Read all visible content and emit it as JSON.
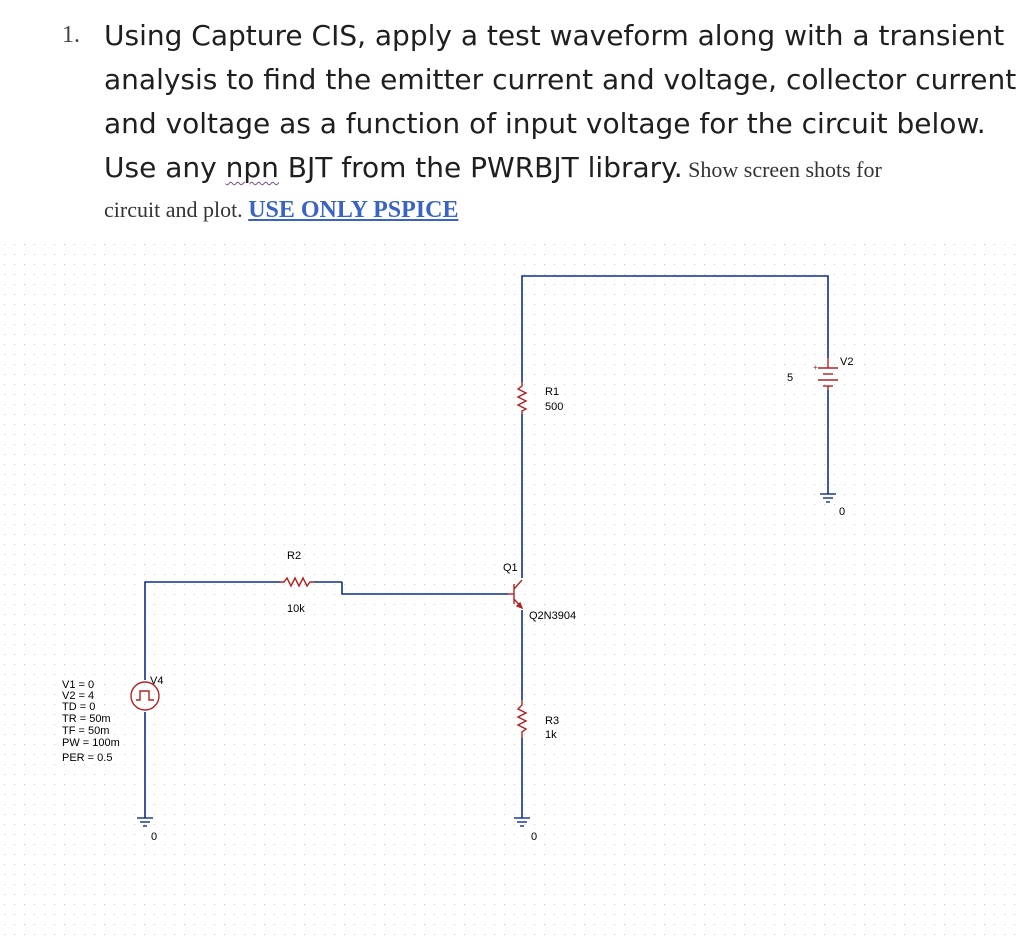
{
  "question": {
    "number": "1.",
    "line1": "Using Capture CIS, apply a test waveform along with a transient",
    "line2": "analysis to find the emitter current and voltage, collector current",
    "line3": "and voltage as a function of input voltage for the circuit below.",
    "line4_a": "Use any ",
    "line4_npn": "npn",
    "line4_b": " BJT from the PWRBJT library.",
    "line4_c": " Show screen shots for",
    "line5_a": "circuit and plot. ",
    "line5_link": "USE ONLY PSPICE"
  },
  "schematic": {
    "r1": {
      "name": "R1",
      "value": "500"
    },
    "r2": {
      "name": "R2",
      "value": "10k"
    },
    "r3": {
      "name": "R3",
      "value": "1k"
    },
    "q1": {
      "name": "Q1",
      "model": "Q2N3904"
    },
    "v2": {
      "name": "V2",
      "value": "5"
    },
    "v4": {
      "name": "V4",
      "params": [
        "V1 = 0",
        "V2 = 4",
        "TD = 0",
        "TR = 50m",
        "TF = 50m",
        "PW = 100m",
        "PER = 0.5"
      ]
    },
    "ground_label": "0",
    "colors": {
      "wire": "#0f2f8f",
      "component": "#b22222",
      "text": "#000000",
      "grid": "#c8c8c8"
    }
  }
}
